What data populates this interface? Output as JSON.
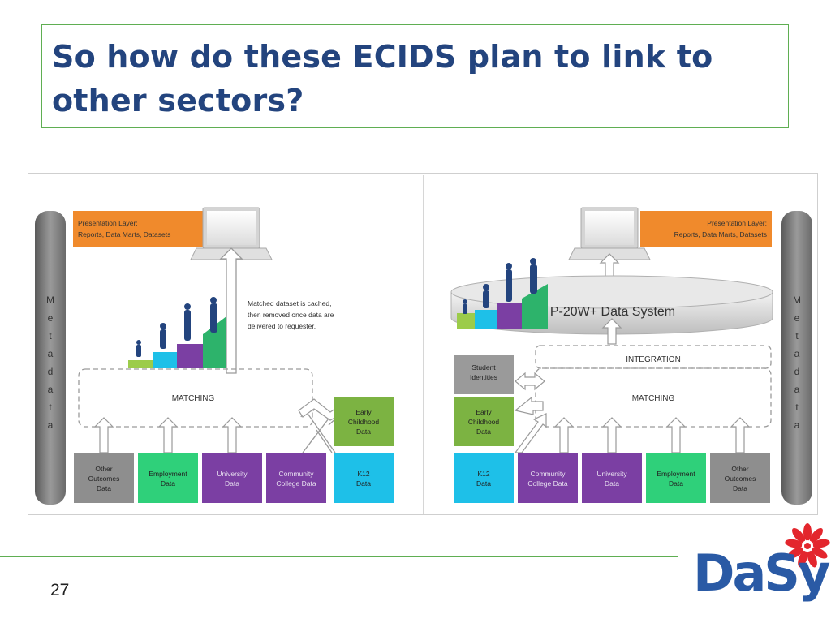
{
  "slide": {
    "title_line1": "So how do these ECIDS plan to link to",
    "title_line2": "other sectors?",
    "page_number": "27"
  },
  "logo": {
    "text": "DaSy"
  },
  "colors": {
    "title": "#23447e",
    "accent_green": "#5fae52",
    "presentation_orange": "#f08a2c",
    "gray_box": "#8e8e8e",
    "green_box": "#2fd07a",
    "purple_box": "#7b3fa3",
    "cyan_box": "#1ec0e8",
    "olive_box": "#7cb342",
    "logo_blue": "#2a5aa5",
    "logo_red": "#e3262d"
  },
  "left_panel": {
    "metadata_letters": [
      "M",
      "e",
      "t",
      "a",
      "d",
      "a",
      "t",
      "a"
    ],
    "presentation_line1": "Presentation Layer:",
    "presentation_line2": "Reports, Data Marts, Datasets",
    "note_line1": "Matched dataset is cached,",
    "note_line2": "then removed once data are",
    "note_line3": "delivered to requester.",
    "matching_label": "MATCHING",
    "early_childhood": [
      "Early",
      "Childhood",
      "Data"
    ],
    "boxes": [
      {
        "lines": [
          "Other",
          "Outcomes",
          "Data"
        ],
        "color": "gray"
      },
      {
        "lines": [
          "Employment",
          "Data"
        ],
        "color": "green"
      },
      {
        "lines": [
          "University",
          "Data"
        ],
        "color": "purple"
      },
      {
        "lines": [
          "Community",
          "College Data"
        ],
        "color": "purple"
      },
      {
        "lines": [
          "K12",
          "Data"
        ],
        "color": "cyan"
      }
    ]
  },
  "right_panel": {
    "metadata_letters": [
      "M",
      "e",
      "t",
      "a",
      "d",
      "a",
      "t",
      "a"
    ],
    "presentation_line1": "Presentation Layer:",
    "presentation_line2": "Reports, Data Marts, Datasets",
    "p20w_label": "P-20W+ Data System",
    "integration_label": "INTEGRATION",
    "matching_label": "MATCHING",
    "student_identities": [
      "Student",
      "Identities"
    ],
    "early_childhood": [
      "Early",
      "Childhood",
      "Data"
    ],
    "boxes": [
      {
        "lines": [
          "K12",
          "Data"
        ],
        "color": "cyan"
      },
      {
        "lines": [
          "Community",
          "College Data"
        ],
        "color": "purple"
      },
      {
        "lines": [
          "University",
          "Data"
        ],
        "color": "purple"
      },
      {
        "lines": [
          "Employment",
          "Data"
        ],
        "color": "green"
      },
      {
        "lines": [
          "Other",
          "Outcomes",
          "Data"
        ],
        "color": "gray"
      }
    ]
  }
}
